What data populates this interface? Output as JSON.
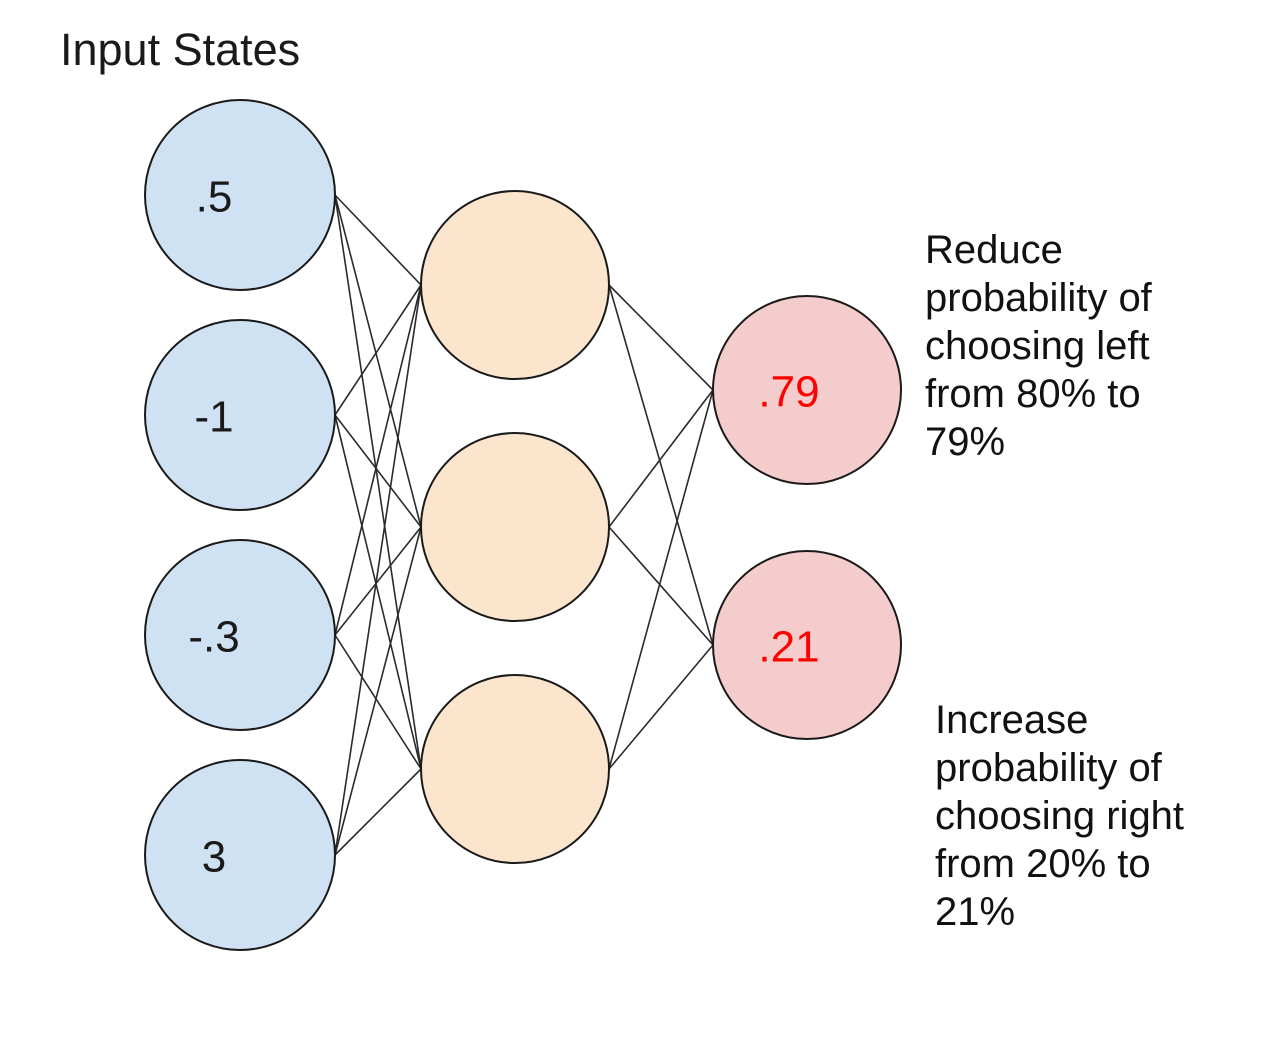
{
  "title": "Input States",
  "network": {
    "input_nodes": [
      {
        "value": ".5"
      },
      {
        "value": "-1"
      },
      {
        "value": "-.3"
      },
      {
        "value": "3"
      }
    ],
    "hidden_nodes": [
      {
        "value": ""
      },
      {
        "value": ""
      },
      {
        "value": ""
      }
    ],
    "output_nodes": [
      {
        "value": ".79"
      },
      {
        "value": ".21"
      }
    ]
  },
  "annotations": [
    {
      "lines": [
        "Reduce",
        "probability of",
        "choosing left",
        "from 80% to",
        "79%"
      ]
    },
    {
      "lines": [
        "Increase",
        "probability of",
        "choosing right",
        "from 20% to",
        "21%"
      ]
    }
  ],
  "colors": {
    "input_fill": "#cfe2f3",
    "hidden_fill": "#fce5cd",
    "output_fill": "#f4cccc",
    "node_stroke": "#1a1a1a",
    "edge": "#2b2b2b",
    "output_value_color": "#ff0000",
    "background": "#ffffff"
  }
}
